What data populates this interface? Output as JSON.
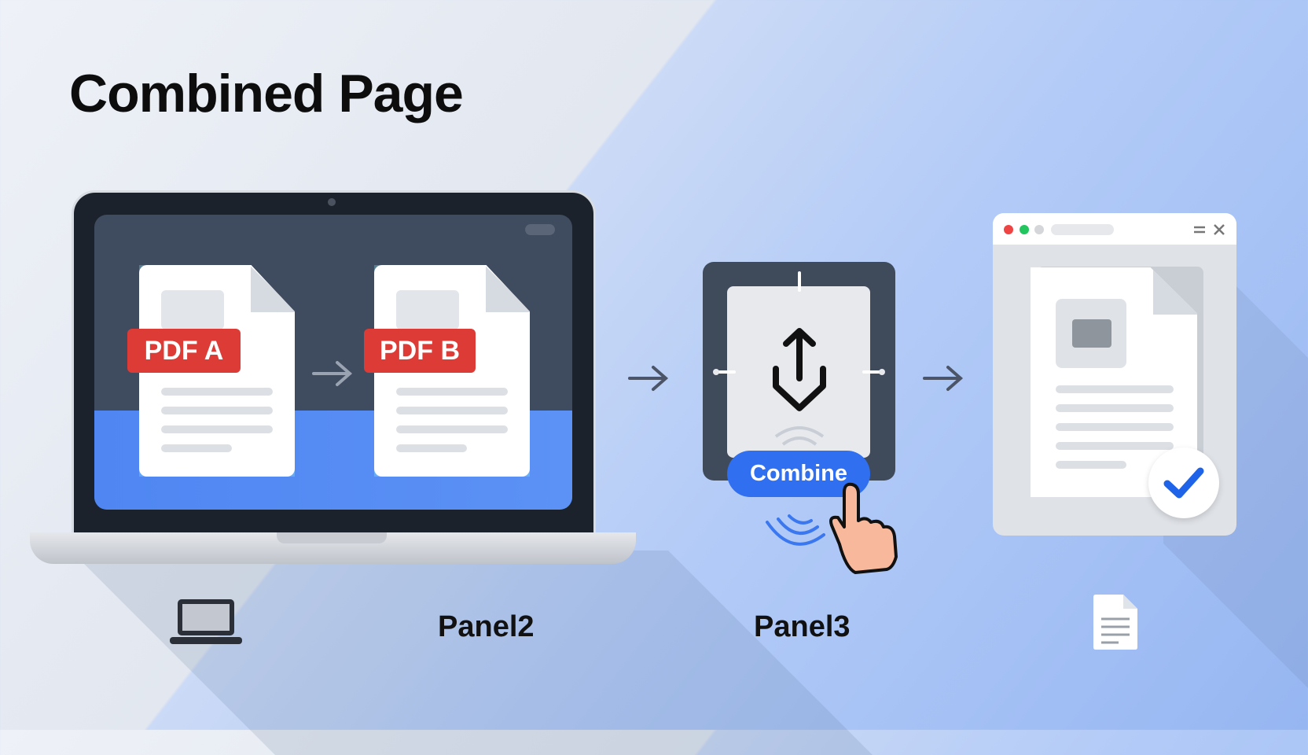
{
  "title": "Combined Page",
  "panel1": {
    "file_a_label": "PDF A",
    "file_b_label": "PDF B"
  },
  "panel3": {
    "button_label": "Combine"
  },
  "bottom_labels": {
    "panel1_icon": "laptop-icon",
    "panel2": "Panel2",
    "panel3": "Panel3",
    "panel4_icon": "document-icon"
  },
  "colors": {
    "accent": "#2f6ff0",
    "pdf_label": "#dc3b36",
    "check": "#1f63e8",
    "traffic_red": "#ef4444",
    "traffic_green": "#22c55e"
  }
}
